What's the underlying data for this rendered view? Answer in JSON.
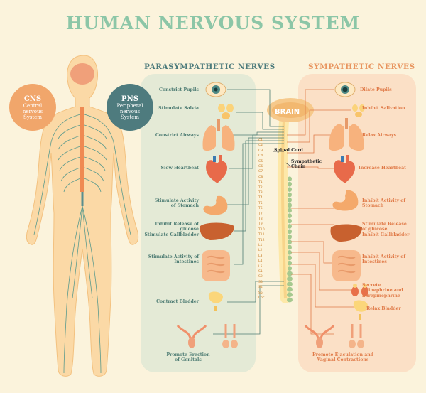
{
  "title": "HUMAN NERVOUS SYSTEM",
  "parasympathetic_title": "PARASYMPATHETIC NERVES",
  "sympathetic_title": "SYMPATHETIC NERVES",
  "cns": {
    "abbr": "CNS",
    "line1": "Central",
    "line2": "nervous",
    "line3": "System"
  },
  "pns": {
    "abbr": "PNS",
    "line1": "Peripheral",
    "line2": "nervous",
    "line3": "System"
  },
  "brain_label": "BRAIN",
  "spinal_cord_label": "Spinal Cord",
  "sympathetic_chain_label": [
    "Sympathetic",
    "Chain"
  ],
  "parasympathetic": [
    {
      "text": [
        "Constrict Pupils"
      ],
      "organ": "eye"
    },
    {
      "text": [
        "Stimulate Salvia"
      ],
      "organ": "salivary-glands"
    },
    {
      "text": [
        "Constrict Airways"
      ],
      "organ": "lungs"
    },
    {
      "text": [
        "Slow Heartbeat"
      ],
      "organ": "heart"
    },
    {
      "text": [
        "Stimulate Activity",
        "of Stomach"
      ],
      "organ": "stomach"
    },
    {
      "text": [
        "Inhibit Release of",
        "glucose",
        "Stimulate Gallbladder"
      ],
      "organ": "liver"
    },
    {
      "text": [
        "Stimulate Activity of",
        "Intestines"
      ],
      "organ": "intestines"
    },
    {
      "text": [
        "Contract Bladder"
      ],
      "organ": "bladder"
    },
    {
      "text": [
        "Promote Erection",
        "of Genitals"
      ],
      "organ": "genitals"
    }
  ],
  "sympathetic": [
    {
      "text": [
        "Dilate Pupils"
      ],
      "organ": "eye"
    },
    {
      "text": [
        "Inhibit Salivation"
      ],
      "organ": "salivary-glands"
    },
    {
      "text": [
        "Relax Airways"
      ],
      "organ": "lungs"
    },
    {
      "text": [
        "Increase Heartbeat"
      ],
      "organ": "heart"
    },
    {
      "text": [
        "Inhibit Activity of",
        "Stomach"
      ],
      "organ": "stomach"
    },
    {
      "text": [
        "Stimulate Release",
        "of glucose",
        "Inhibit Gallbladder"
      ],
      "organ": "liver"
    },
    {
      "text": [
        "Inhibit Activity of",
        "Intestines"
      ],
      "organ": "intestines"
    },
    {
      "text": [
        "Secrete",
        "Epinephrine and",
        "norepinephrine"
      ],
      "organ": "adrenal-glands"
    },
    {
      "text": [
        "Relax Bladder"
      ],
      "organ": "bladder"
    },
    {
      "text": [
        "Promote Ejaculation and",
        "Vaginal Contractions"
      ],
      "organ": "genitals"
    }
  ],
  "segments": [
    "C1",
    "C2",
    "C3",
    "C4",
    "C5",
    "C6",
    "C7",
    "C8",
    "T1",
    "T2",
    "T3",
    "T4",
    "T5",
    "T6",
    "T7",
    "T8",
    "T9",
    "T10",
    "T11",
    "T12",
    "L1",
    "L2",
    "L3",
    "L4",
    "L5",
    "S1",
    "S2",
    "S3",
    "S4",
    "S5",
    "Coc"
  ],
  "colors": {
    "title": "#8cc6a7",
    "parasympathetic": "#4f7d74",
    "sympathetic": "#e07b49",
    "cns": "#f1a66b",
    "pns": "#4e7b7e"
  }
}
